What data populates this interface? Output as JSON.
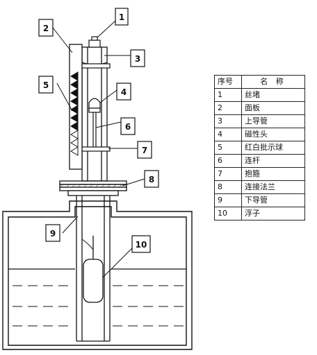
{
  "callouts": [
    {
      "id": "1"
    },
    {
      "id": "2"
    },
    {
      "id": "3"
    },
    {
      "id": "4"
    },
    {
      "id": "5"
    },
    {
      "id": "6"
    },
    {
      "id": "7"
    },
    {
      "id": "8"
    },
    {
      "id": "9"
    },
    {
      "id": "10"
    }
  ],
  "legend": {
    "header_num": "序号",
    "header_name": "名 称",
    "rows": [
      {
        "num": "1",
        "name": "丝堵"
      },
      {
        "num": "2",
        "name": "面板"
      },
      {
        "num": "3",
        "name": "上导管"
      },
      {
        "num": "4",
        "name": "磁性头"
      },
      {
        "num": "5",
        "name": "红白批示球"
      },
      {
        "num": "6",
        "name": "连杆"
      },
      {
        "num": "7",
        "name": "抱箍"
      },
      {
        "num": "8",
        "name": "连接法兰"
      },
      {
        "num": "9",
        "name": "下导管"
      },
      {
        "num": "10",
        "name": "浮子"
      }
    ]
  }
}
